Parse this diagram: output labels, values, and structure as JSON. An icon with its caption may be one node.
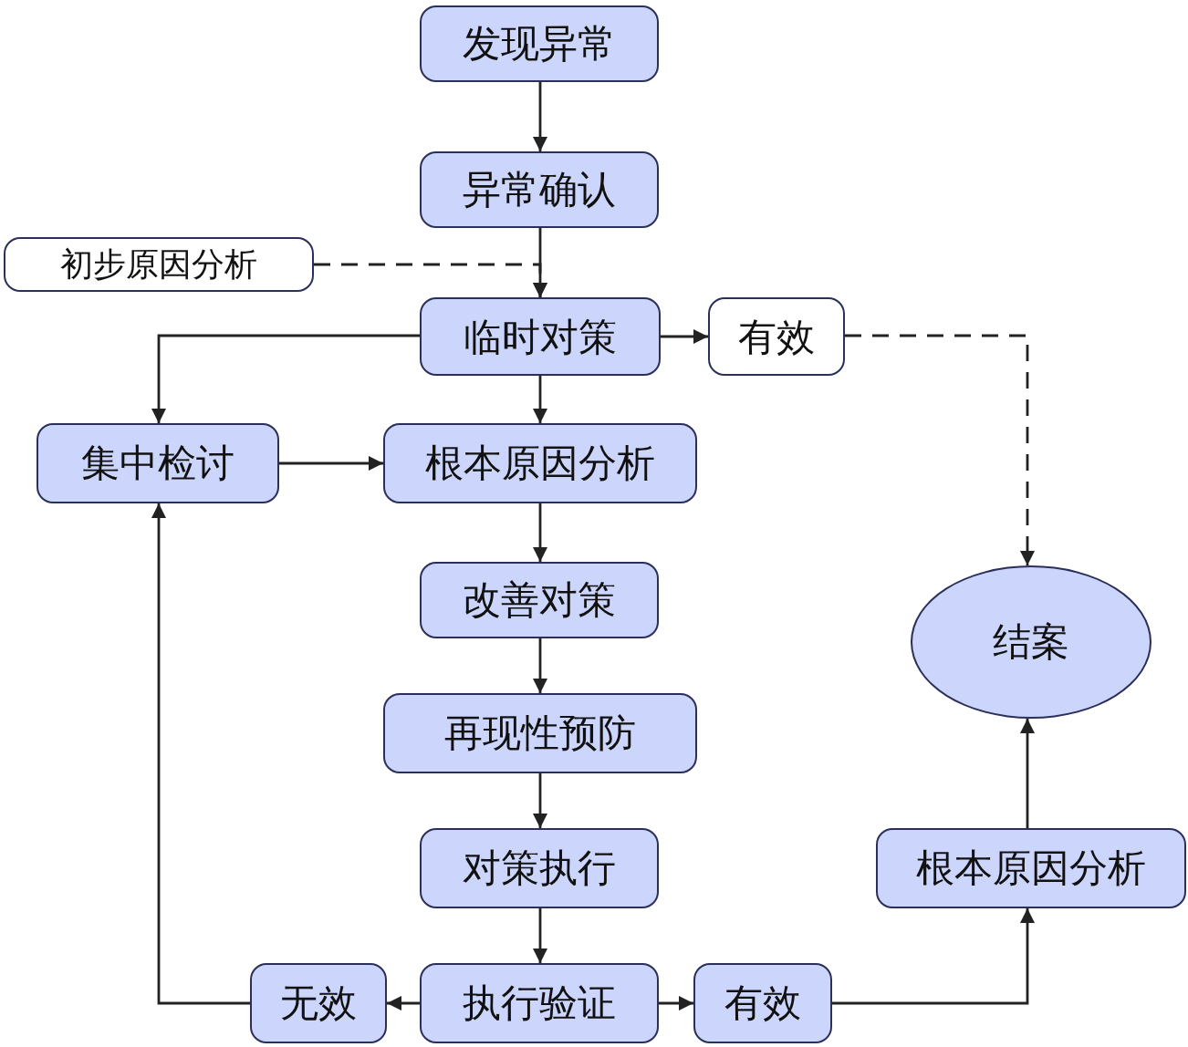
{
  "diagram": {
    "nodes": [
      {
        "text": [
          "发现异常"
        ]
      },
      {
        "text": [
          "异常确认"
        ]
      },
      {
        "text": [
          "初步原因分析"
        ]
      },
      {
        "text": [
          "临时对策"
        ]
      },
      {
        "text": [
          "有效"
        ]
      },
      {
        "text": [
          "集中检讨"
        ]
      },
      {
        "text": [
          "根本原因分析"
        ]
      },
      {
        "text": [
          "改善对策"
        ]
      },
      {
        "text": [
          "再现性预防"
        ]
      },
      {
        "text": [
          "对策执行"
        ]
      },
      {
        "text": [
          "无效"
        ]
      },
      {
        "text": [
          "执行验证"
        ]
      },
      {
        "text": [
          "有效"
        ]
      },
      {
        "text": [
          "根本原因分析"
        ]
      },
      {
        "text": [
          "结案"
        ]
      }
    ],
    "edges": [
      {
        "from": 0,
        "to": 1,
        "arrow": "to"
      },
      {
        "from": 2,
        "to": 3,
        "arrow": "to",
        "style": "dashed"
      },
      {
        "from": 1,
        "to": 3,
        "arrow": "to"
      },
      {
        "from": 3,
        "to": 4,
        "arrow": "to"
      },
      {
        "from": 4,
        "to": 14,
        "arrow": "to",
        "style": "dashed"
      },
      {
        "from": 3,
        "to": 5,
        "arrow": "to"
      },
      {
        "from": 3,
        "to": 6,
        "arrow": "to"
      },
      {
        "from": 5,
        "to": 6,
        "arrow": "to"
      },
      {
        "from": 6,
        "to": 7,
        "arrow": "to"
      },
      {
        "from": 7,
        "to": 8,
        "arrow": "to"
      },
      {
        "from": 8,
        "to": 9,
        "arrow": "to"
      },
      {
        "from": 9,
        "to": 11,
        "arrow": "to"
      },
      {
        "from": 11,
        "to": 10,
        "arrow": "to"
      },
      {
        "from": 11,
        "to": 12,
        "arrow": "to"
      },
      {
        "from": 10,
        "to": 5,
        "arrow": "to"
      },
      {
        "from": 12,
        "to": 13,
        "arrow": "to"
      },
      {
        "from": 13,
        "to": 14,
        "arrow": "to"
      }
    ]
  }
}
